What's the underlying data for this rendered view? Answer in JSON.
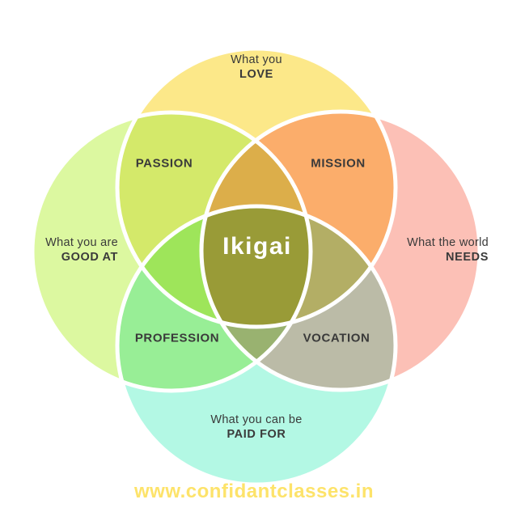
{
  "circles": {
    "love": {
      "line1": "What you",
      "line2": "LOVE",
      "color": "#fce889"
    },
    "good_at": {
      "line1": "What you are",
      "line2": "GOOD AT",
      "color": "#dcf8a0"
    },
    "needs": {
      "line1": "What the world",
      "line2": "NEEDS",
      "color": "#fcc0b6"
    },
    "paid_for": {
      "line1": "What you can be",
      "line2": "PAID FOR",
      "color": "#b3f8e4"
    }
  },
  "overlaps": {
    "passion": {
      "label": "PASSION",
      "color": "#d4e96a"
    },
    "mission": {
      "label": "MISSION",
      "color": "#fbad6b"
    },
    "profession": {
      "label": "PROFESSION",
      "color": "#98ee96"
    },
    "vocation": {
      "label": "VOCATION",
      "color": "#bbbba7"
    }
  },
  "triples": {
    "love_needs_good": "#dcae4a",
    "love_good_paid": "#9ee55a",
    "love_needs_paid": "#b3ae65",
    "good_needs_paid": "#99b270"
  },
  "center": {
    "label": "Ikigai",
    "color": "#999b37"
  },
  "outline_color": "#ffffff",
  "footer": {
    "text": "www.confidantclasses.in"
  }
}
